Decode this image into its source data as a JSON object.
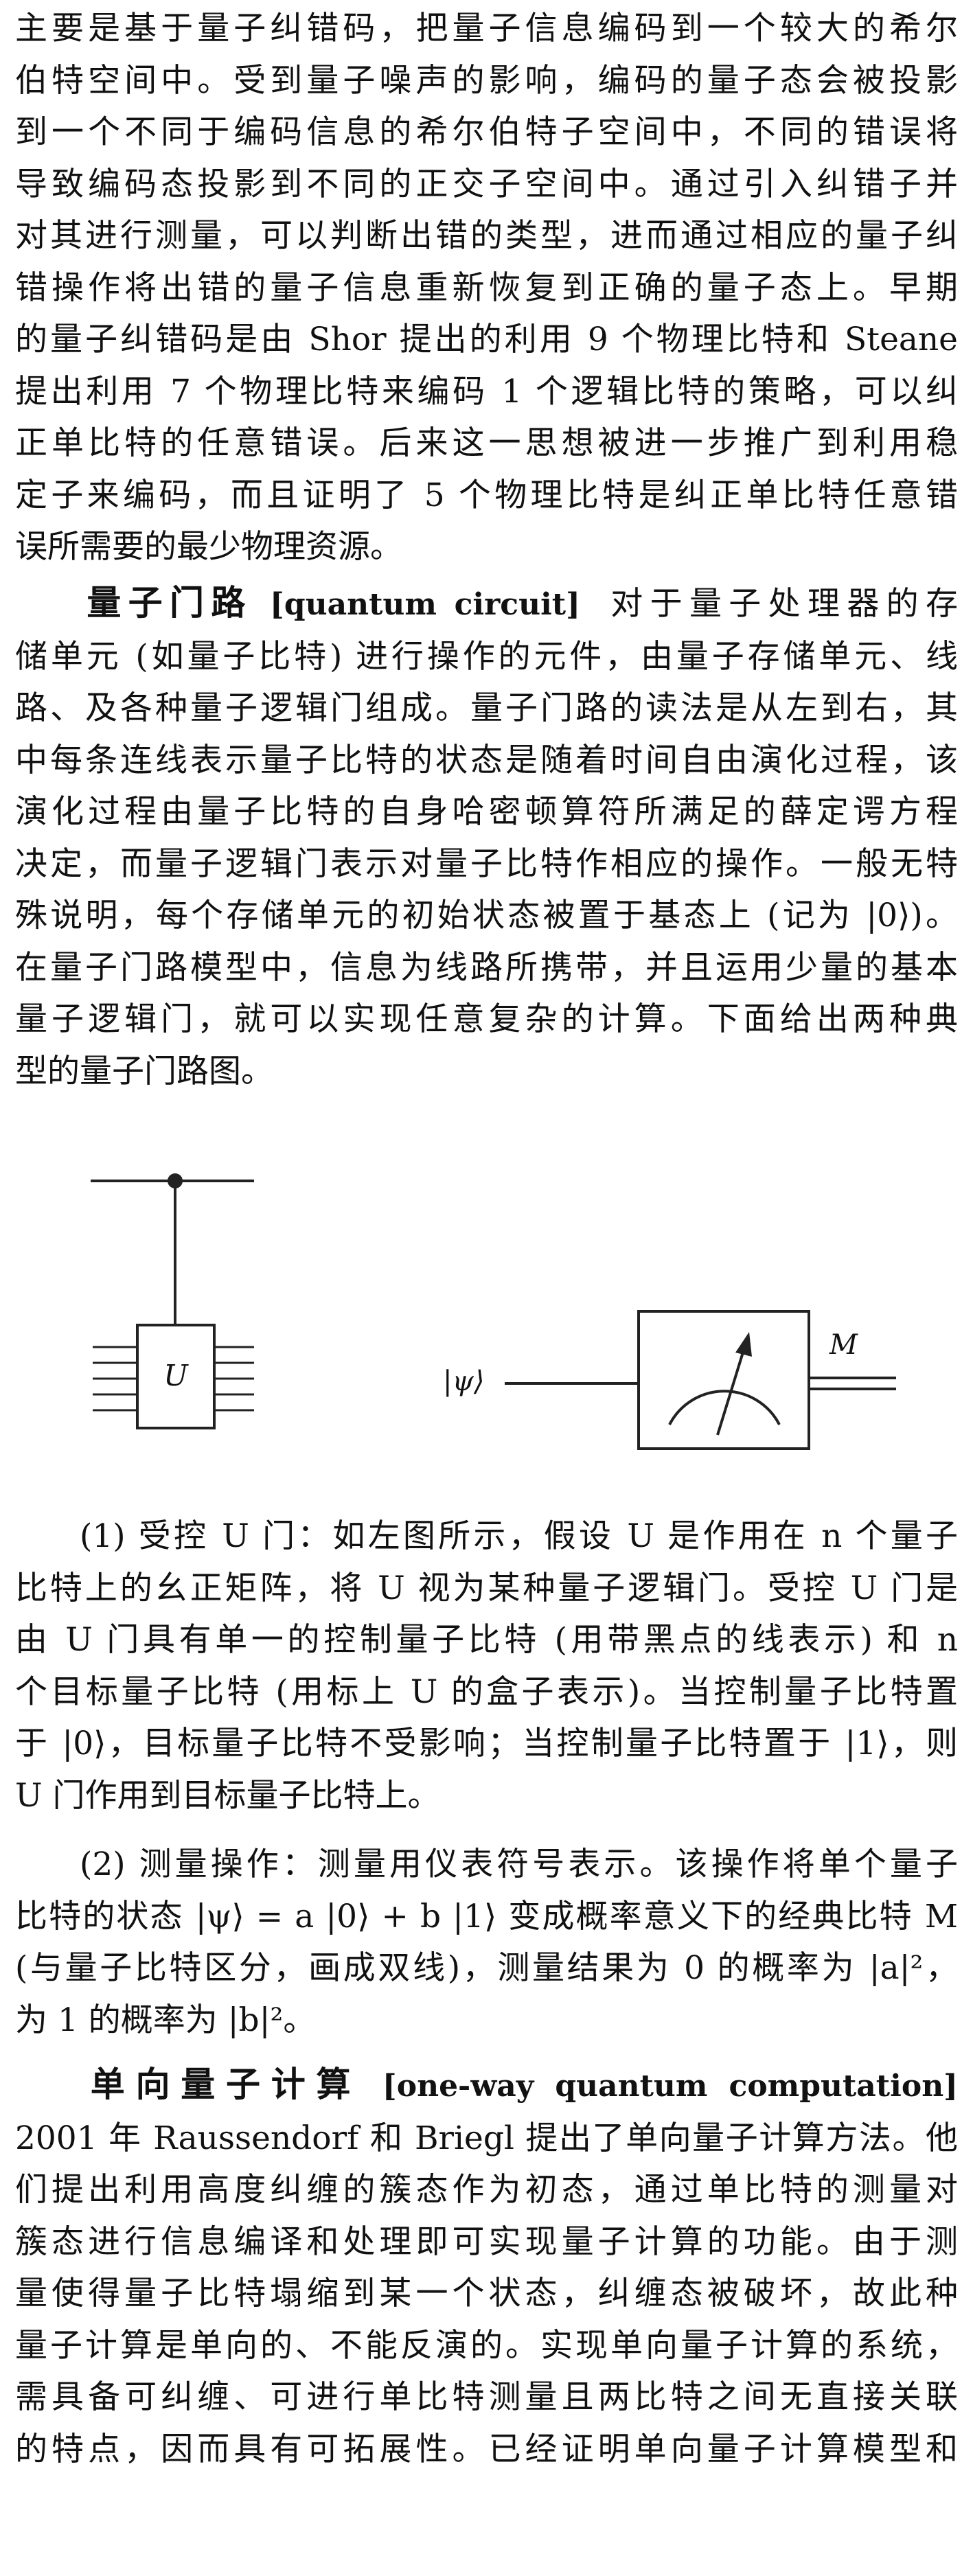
{
  "para1": {
    "lines": [
      "主要是基于量子纠错码，把量子信息编码到一个较大的希尔",
      "伯特空间中。受到量子噪声的影响，编码的量子态会被投影",
      "到一个不同于编码信息的希尔伯特子空间中，不同的错误将",
      "导致编码态投影到不同的正交子空间中。通过引入纠错子并",
      "对其进行测量，可以判断出错的类型，进而通过相应的量子纠",
      "错操作将出错的量子信息重新恢复到正确的量子态上。早期",
      "的量子纠错码是由 Shor 提出的利用 9 个物理比特和 Steane",
      "提出利用 7 个物理比特来编码 1 个逻辑比特的策略，可以纠",
      "正单比特的任意错误。后来这一思想被进一步推广到利用稳",
      "定子来编码，而且证明了 5 个物理比特是纠正单比特任意错",
      "误所需要的最少物理资源。"
    ]
  },
  "entry_circuit": {
    "term": "量子门路",
    "term_en": "[quantum circuit]",
    "first_line": "对于量子处理器的存",
    "lines": [
      "储单元 (如量子比特) 进行操作的元件，由量子存储单元、线",
      "路、及各种量子逻辑门组成。量子门路的读法是从左到右，其",
      "中每条连线表示量子比特的状态是随着时间自由演化过程，该",
      "演化过程由量子比特的自身哈密顿算符所满足的薛定谔方程",
      "决定，而量子逻辑门表示对量子比特作相应的操作。一般无特",
      "殊说明，每个存储单元的初始状态被置于基态上 (记为 |0⟩)。",
      "在量子门路模型中，信息为线路所携带，并且运用少量的基本",
      "量子逻辑门，就可以实现任意复杂的计算。下面给出两种典",
      "型的量子门路图。"
    ]
  },
  "figure": {
    "gate_label": "U",
    "psi_label": "|ψ⟩",
    "meter_label": "M"
  },
  "para_controlled": {
    "lines": [
      "(1) 受控 U 门：如左图所示，假设 U 是作用在 n 个量子",
      "比特上的幺正矩阵，将 U 视为某种量子逻辑门。受控 U 门是",
      "由 U 门具有单一的控制量子比特 (用带黑点的线表示) 和 n",
      "个目标量子比特 (用标上 U 的盒子表示)。当控制量子比特置",
      "于 |0⟩，目标量子比特不受影响；当控制量子比特置于 |1⟩，则",
      "U 门作用到目标量子比特上。"
    ]
  },
  "para_measure": {
    "lines": [
      "(2) 测量操作：测量用仪表符号表示。该操作将单个量子",
      "比特的状态 |ψ⟩ = a |0⟩ + b |1⟩ 变成概率意义下的经典比特 M",
      "(与量子比特区分，画成双线)，测量结果为 0 的概率为 |a|²，",
      "为 1 的概率为 |b|²。"
    ]
  },
  "entry_oneway": {
    "term": "单向量子计算",
    "term_en": "[one-way quantum computation]",
    "lines": [
      "2001 年 Raussendorf 和 Briegl 提出了单向量子计算方法。他",
      "们提出利用高度纠缠的簇态作为初态，通过单比特的测量对",
      "簇态进行信息编译和处理即可实现量子计算的功能。由于测",
      "量使得量子比特塌缩到某一个状态，纠缠态被破坏，故此种",
      "量子计算是单向的、不能反演的。实现单向量子计算的系统，",
      "需具备可纠缠、可进行单比特测量且两比特之间无直接关联",
      "的特点，因而具有可拓展性。已经证明单向量子计算模型和"
    ]
  }
}
